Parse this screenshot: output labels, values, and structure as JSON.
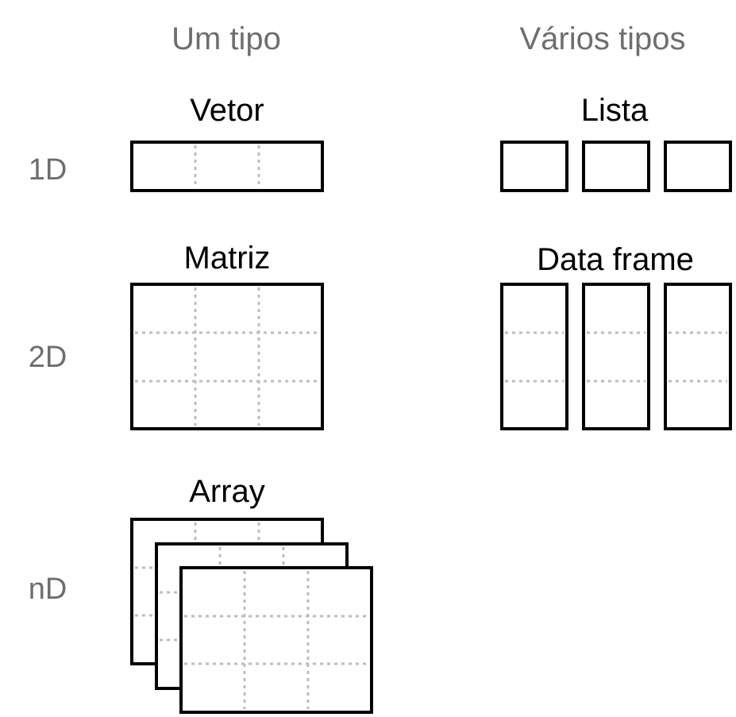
{
  "headers": {
    "one_type": "Um tipo",
    "many_types": "Vários tipos"
  },
  "dimensions": {
    "one_d": "1D",
    "two_d": "2D",
    "n_d": "nD"
  },
  "structures": {
    "vector": "Vetor",
    "list": "Lista",
    "matrix": "Matriz",
    "data_frame": "Data frame",
    "array": "Array"
  },
  "colors": {
    "header_text": "#6e6e6e",
    "label_text": "#000000",
    "outline": "#000000",
    "gridline": "#bdbdbd"
  }
}
